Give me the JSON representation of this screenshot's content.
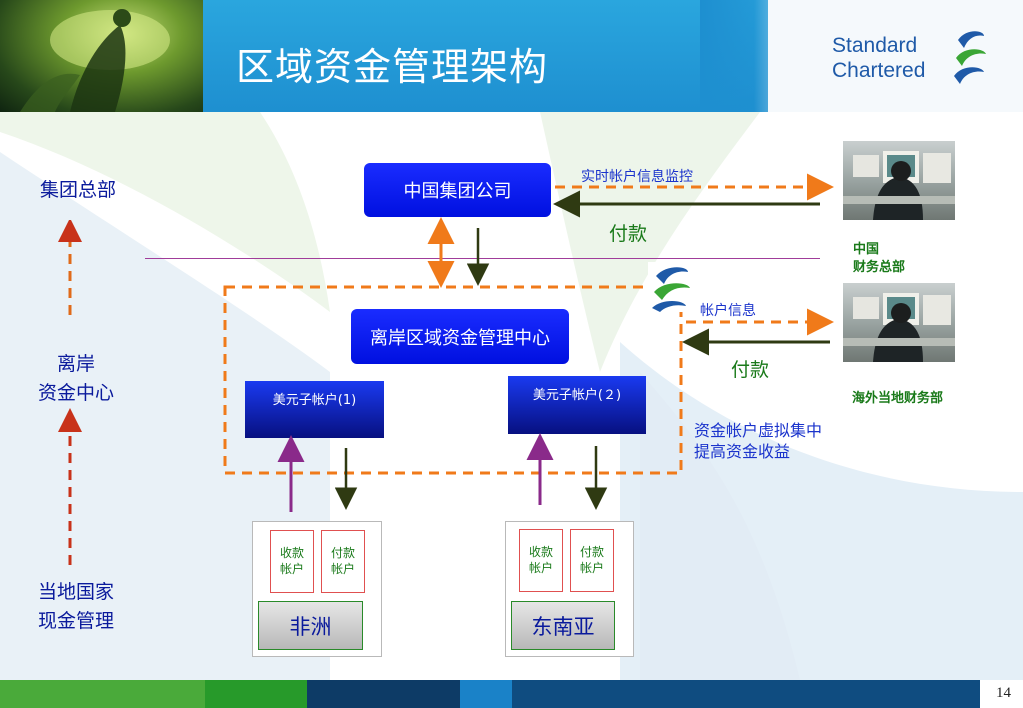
{
  "header": {
    "title": "区域资金管理架构",
    "brand_line1": "Standard",
    "brand_line2": "Chartered"
  },
  "left_labels": {
    "hq": "集团总部",
    "offshore_line1": "离岸",
    "offshore_line2": "资金中心",
    "local_line1": "当地国家",
    "local_line2": "现金管理"
  },
  "nodes": {
    "china_group": "中国集团公司",
    "offshore_center": "离岸区域资金管理中心",
    "usd_sub1": "美元子帐户(1)",
    "usd_sub2": "美元子帐户(２)",
    "region1_name": "非洲",
    "region2_name": "东南亚",
    "collect_line1": "收款",
    "collect_line2": "帐户",
    "pay_line1": "付款",
    "pay_line2": "帐户"
  },
  "arrows": {
    "realtime_monitor": "实时帐户信息监控",
    "payment_top": "付款",
    "account_info": "帐户信息",
    "payment_mid": "付款"
  },
  "right_labels": {
    "china_finance_line1": "中国",
    "china_finance_line2": "财务总部",
    "overseas_finance": "海外当地财务部"
  },
  "notes": {
    "line1": "资金帐户虚拟集中",
    "line2": "提高资金收益"
  },
  "footer": {
    "page_number": "14"
  },
  "colors": {
    "title_bar": "#1e8fd0",
    "brand": "#1f5aa8",
    "dashed_orange": "#f07a1a",
    "dark_green_arrow": "#2f3a12"
  }
}
